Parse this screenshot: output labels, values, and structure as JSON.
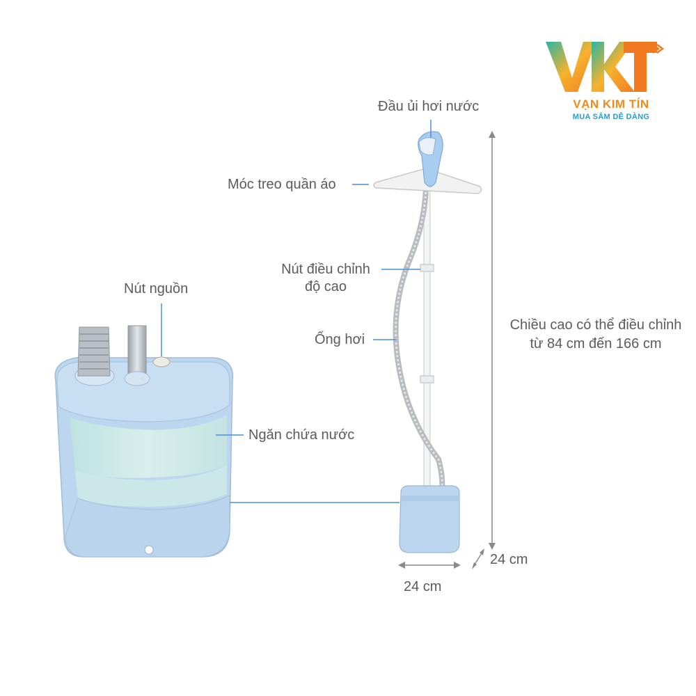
{
  "brand": {
    "logo_letters": "VKT",
    "name": "VẠN KIM TÍN",
    "slogan": "MUA SẮM DỄ DÀNG"
  },
  "labels": {
    "steam_head": "Đầu ủi hơi nước",
    "hanger": "Móc treo quần áo",
    "height_button_line1": "Nút điều chỉnh",
    "height_button_line2": "độ cao",
    "hose": "Ống hơi",
    "power_button": "Nút nguồn",
    "water_tank": "Ngăn chứa nước",
    "height_range_line1": "Chiều cao có thể điều chỉnh",
    "height_range_line2": "từ  84 cm đến 166 cm",
    "depth": "24 cm",
    "width": "24 cm"
  },
  "colors": {
    "body_blue": "#b9d4ee",
    "tank_green": "#cfeae6",
    "leader_blue": "#4a90d9",
    "dimension_gray": "#8a8a8a"
  }
}
